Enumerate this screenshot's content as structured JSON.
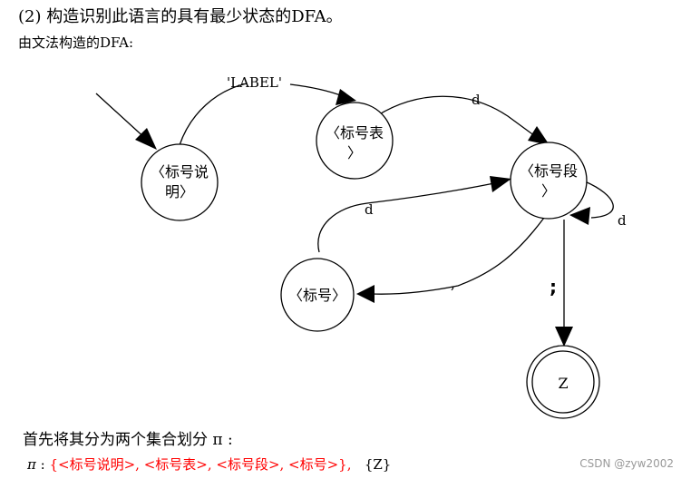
{
  "heading": "(2) 构造识别此语言的具有最少状态的DFA。",
  "subheading": "由文法构造的DFA:",
  "states": [
    {
      "id": "s1",
      "line1": "〈标号说",
      "line2": "明〉",
      "double": false
    },
    {
      "id": "s2",
      "line1": "〈标号表",
      "line2": "〉",
      "double": false
    },
    {
      "id": "s3",
      "line1": "〈标号段",
      "line2": "〉",
      "double": false
    },
    {
      "id": "s4",
      "line1": "〈标号〉",
      "line2": "",
      "double": false
    },
    {
      "id": "s5",
      "line1": "Z",
      "line2": "",
      "double": true
    }
  ],
  "transitions": [
    {
      "from": "s1",
      "to": "s2",
      "label": "'LABEL'"
    },
    {
      "from": "s2",
      "to": "s3",
      "label": "d"
    },
    {
      "from": "s3",
      "to": "s3",
      "label": "d"
    },
    {
      "from": "s3",
      "to": "s4",
      "label": ","
    },
    {
      "from": "s4",
      "to": "s3",
      "label": "d"
    },
    {
      "from": "s3",
      "to": "s5",
      "label": ";"
    }
  ],
  "text": {
    "partition_intro": "首先将其分为两个集合划分 π :",
    "pi_symbol": "π",
    "pi_colon": ":",
    "pi_set1": "{<标号说明>, <标号表>, <标号段>, <标号>},",
    "pi_set2": "{Z}"
  },
  "watermark": "CSDN @zyw2002",
  "colors": {
    "highlight": "#ff0000",
    "watermark": "#9a9a9a"
  }
}
